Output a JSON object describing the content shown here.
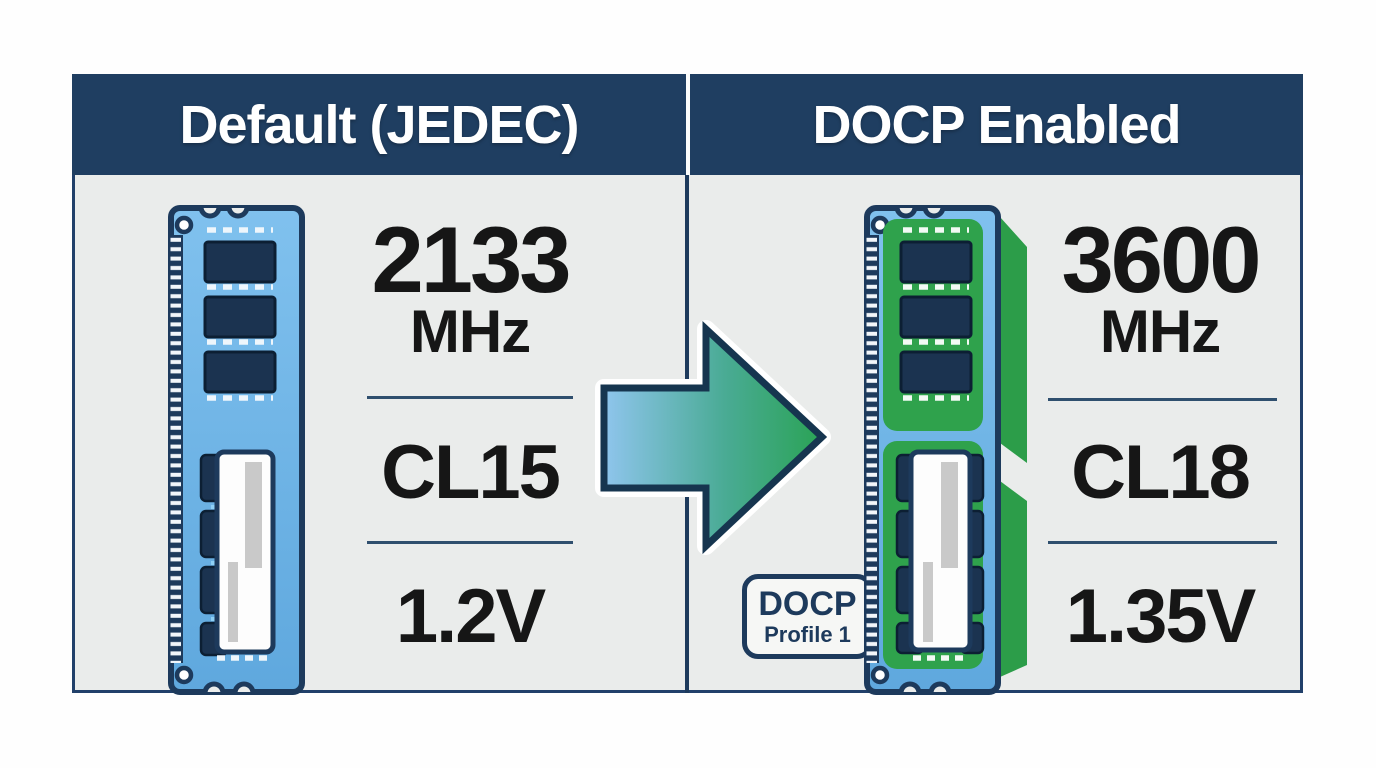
{
  "panels": [
    {
      "header": "Default (JEDEC)",
      "speed_value": "2133",
      "speed_unit": "MHz",
      "cas_latency": "CL15",
      "voltage": "1.2V"
    },
    {
      "header": "DOCP Enabled",
      "speed_value": "3600",
      "speed_unit": "MHz",
      "cas_latency": "CL18",
      "voltage": "1.35V"
    }
  ],
  "badge": {
    "title": "DOCP",
    "subtitle": "Profile 1"
  },
  "icons": {
    "left_ram": "ram-module-default-icon",
    "right_ram": "ram-module-docp-icon",
    "arrow": "transition-arrow-icon"
  },
  "colors": {
    "header_navy": "#1f3e61",
    "outline_navy": "#1d3a5c",
    "panel_gray": "#eaeceb",
    "ram_blue": "#72b6e7",
    "chip_navy": "#1b3350",
    "accent_green": "#2fa24c",
    "arrow_blue": "#8fc5ed",
    "arrow_green": "#2aa355",
    "text_dark": "#161616"
  }
}
